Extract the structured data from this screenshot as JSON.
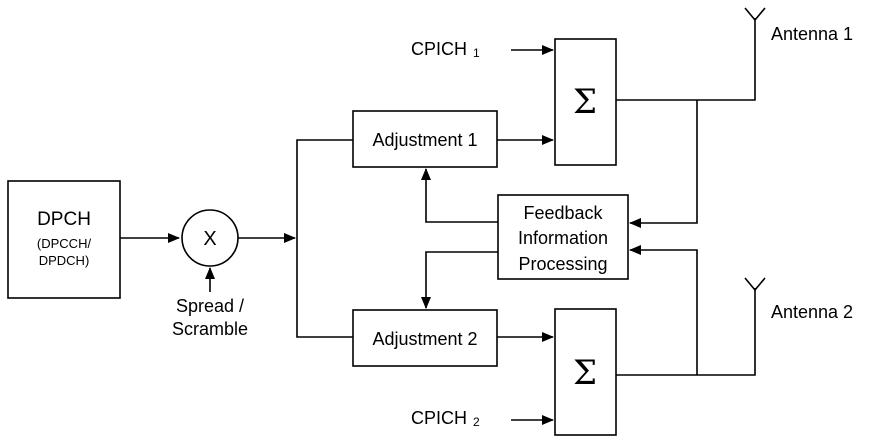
{
  "blocks": {
    "dpch": {
      "title": "DPCH",
      "sub1": "(DPCCH/",
      "sub2": "DPDCH)"
    },
    "multiplier": {
      "symbol": "X"
    },
    "spread": {
      "line1": "Spread /",
      "line2": "Scramble"
    },
    "adjustment1": "Adjustment 1",
    "adjustment2": "Adjustment 2",
    "feedback": {
      "line1": "Feedback",
      "line2": "Information",
      "line3": "Processing"
    },
    "sum1": "Σ",
    "sum2": "Σ",
    "cpich1": {
      "label": "CPICH",
      "index": "1"
    },
    "cpich2": {
      "label": "CPICH",
      "index": "2"
    },
    "antenna1": "Antenna 1",
    "antenna2": "Antenna 2"
  }
}
